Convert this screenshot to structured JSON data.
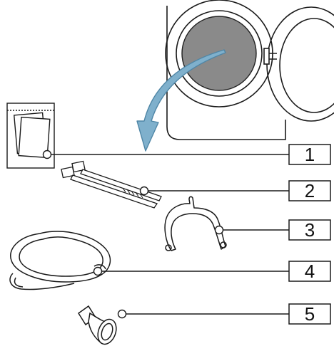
{
  "diagram": {
    "callouts": [
      {
        "id": 1,
        "label": "1",
        "item": "document-pouch"
      },
      {
        "id": 2,
        "label": "2",
        "item": "cable-ties"
      },
      {
        "id": 3,
        "label": "3",
        "item": "hose-bracket"
      },
      {
        "id": 4,
        "label": "4",
        "item": "drain-hose"
      },
      {
        "id": 5,
        "label": "5",
        "item": "funnel-connector"
      }
    ],
    "colors": {
      "line": "#1a1a1a",
      "drum_glass": "#8a8a8a",
      "arrow_fill": "#7fb0cc",
      "arrow_stroke": "#4f86a6"
    }
  }
}
